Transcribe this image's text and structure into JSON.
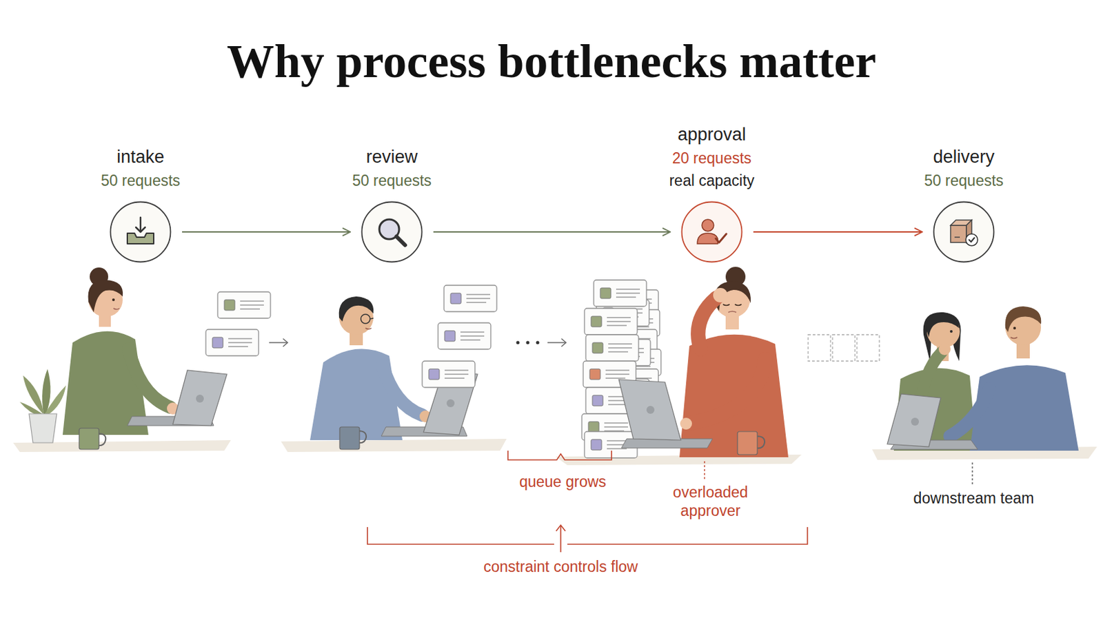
{
  "diagram": {
    "title": "Why process bottlenecks matter",
    "nodes": [
      {
        "text": [
          "intake",
          "50 requests"
        ]
      },
      {
        "text": [
          "review",
          "50 requests"
        ]
      },
      {
        "text": [
          "approval",
          "20 requests",
          "real capacity"
        ]
      },
      {
        "text": [
          "delivery",
          "50 requests"
        ]
      }
    ],
    "edges": [
      {
        "from": 0,
        "to": 1,
        "arrow": "to"
      },
      {
        "from": 1,
        "to": 2,
        "arrow": "to"
      },
      {
        "from": 2,
        "to": 3,
        "arrow": "to"
      }
    ],
    "labels": [
      "queue grows",
      "overloaded approver",
      "constraint controls flow",
      "downstream team"
    ]
  }
}
